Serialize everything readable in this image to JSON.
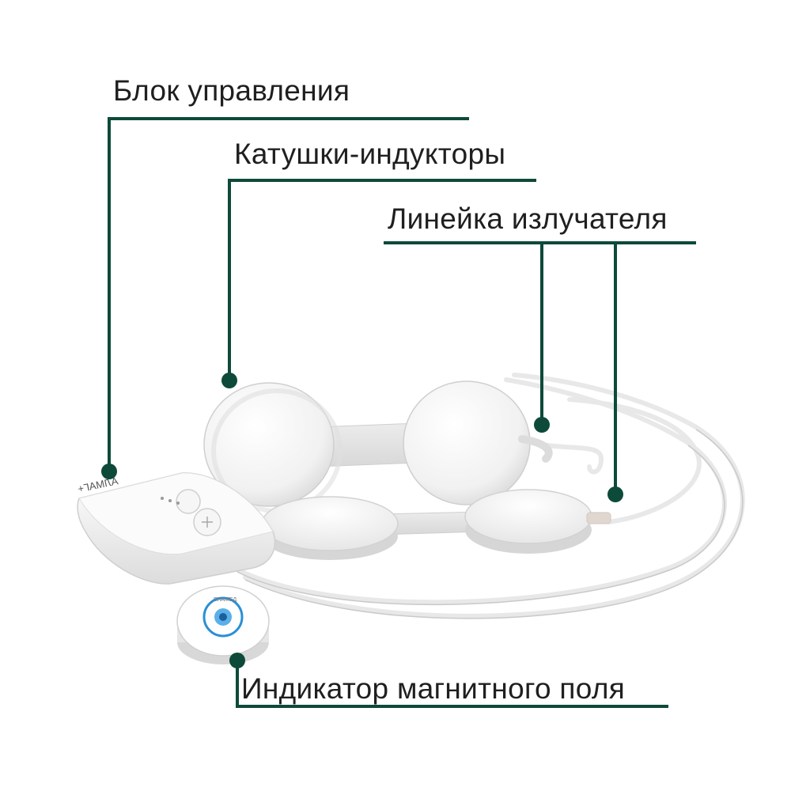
{
  "colors": {
    "leader": "#0d4a3a",
    "label_text": "#1f1f1f",
    "device_body": "#f4f4f4",
    "device_shade": "#d9d9d9",
    "indicator_accent": "#2a8fd6"
  },
  "labels": {
    "control_unit": "Блок управления",
    "inductor_coils": "Катушки-индукторы",
    "emitter_bar": "Линейка излучателя",
    "field_indicator": "Индикатор магнитного поля"
  },
  "device": {
    "control_unit_brand": "АЛМАГ+",
    "indicator_ring_text": "ЕЛАМЕД"
  }
}
